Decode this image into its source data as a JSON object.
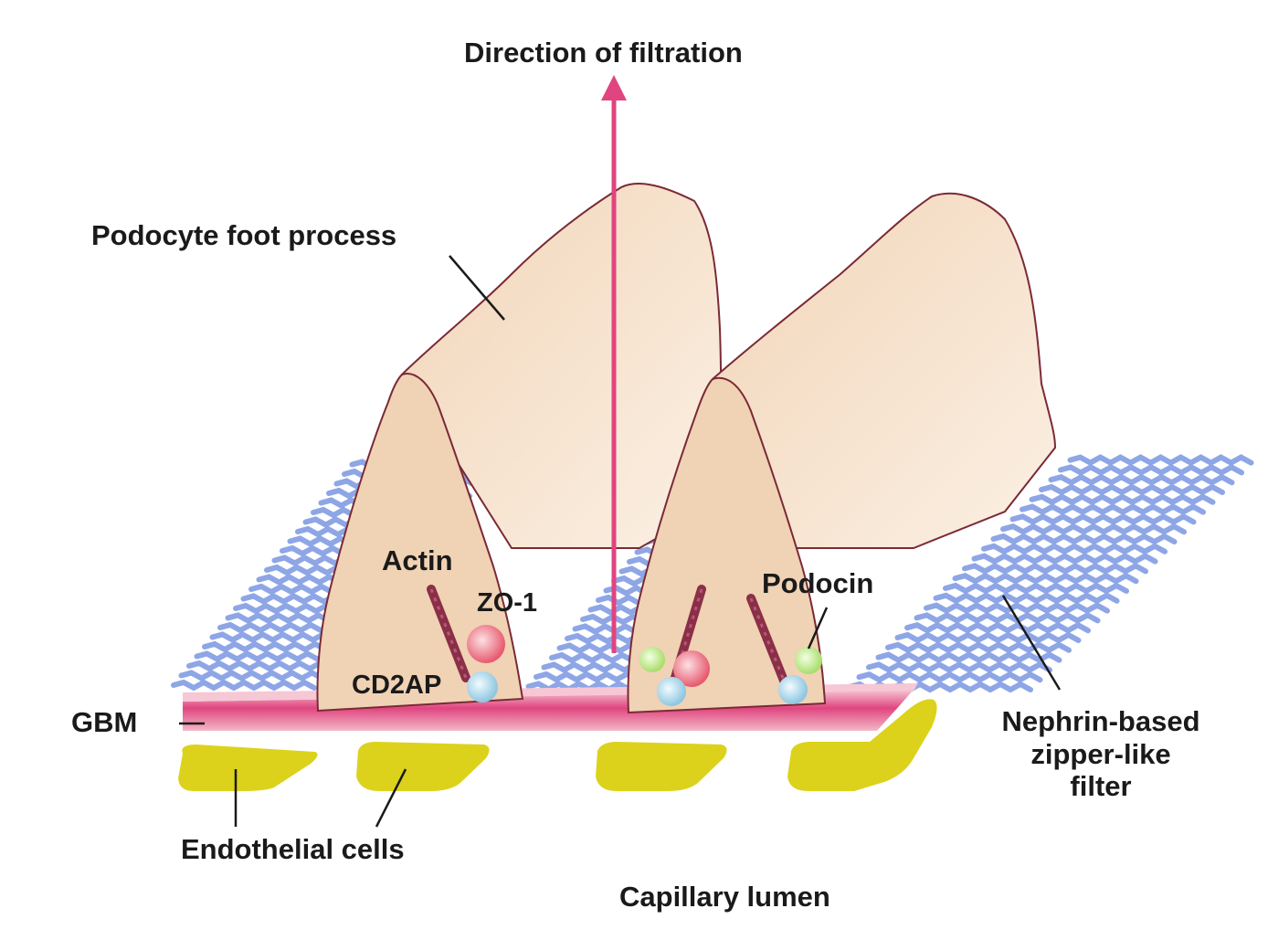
{
  "labels": {
    "direction_of_filtration": "Direction of filtration",
    "podocyte_foot_process": "Podocyte foot process",
    "actin": "Actin",
    "zo1": "ZO-1",
    "cd2ap": "CD2AP",
    "podocin": "Podocin",
    "gbm": "GBM",
    "endothelial_cells": "Endothelial cells",
    "capillary_lumen": "Capillary lumen",
    "nephrin_line1": "Nephrin-based",
    "nephrin_line2": "zipper-like",
    "nephrin_line3": "filter"
  },
  "colors": {
    "podocyte_fill": "#f0d2b4",
    "podocyte_stroke": "#7a2a36",
    "gbm": "#e0457f",
    "gbm_light": "#f3b8c9",
    "endothelial": "#dcd21c",
    "nephrin": "#8ea6e6",
    "arrow": "#e0457f",
    "actin": "#8b2f48",
    "zo1": "#ea6e7e",
    "cd2ap": "#a8d8ea",
    "podocin": "#c9ee8a"
  }
}
